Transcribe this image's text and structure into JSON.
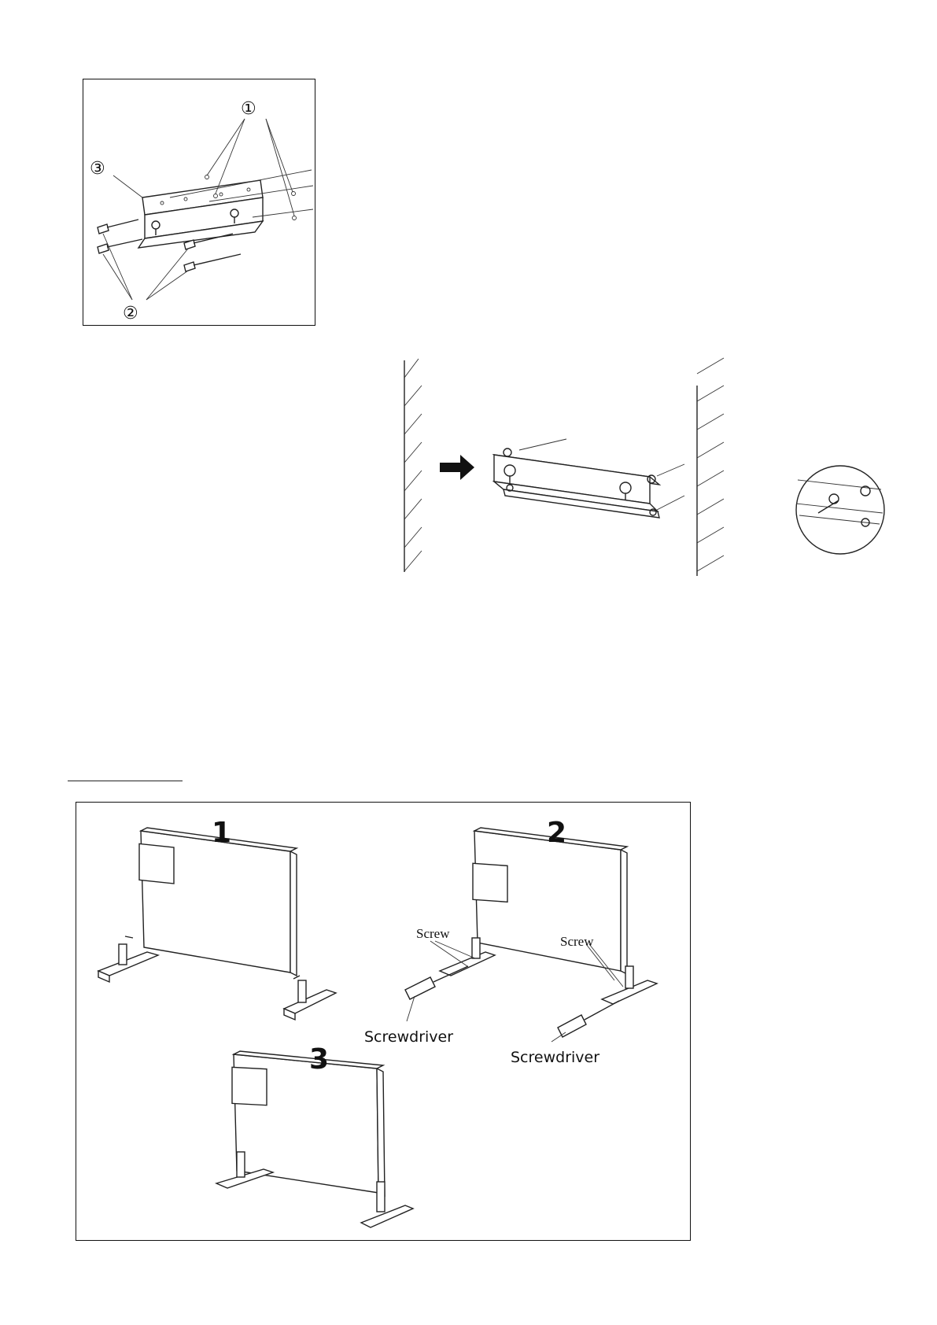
{
  "callouts": {
    "one": "①",
    "two": "②",
    "three": "③"
  },
  "steps": {
    "step1": "1",
    "step2": "2",
    "step3": "3"
  },
  "labels": {
    "screw_left": "Screw",
    "screw_right": "Screw",
    "screwdriver_left": "Screwdriver",
    "screwdriver_right": "Screwdriver"
  }
}
